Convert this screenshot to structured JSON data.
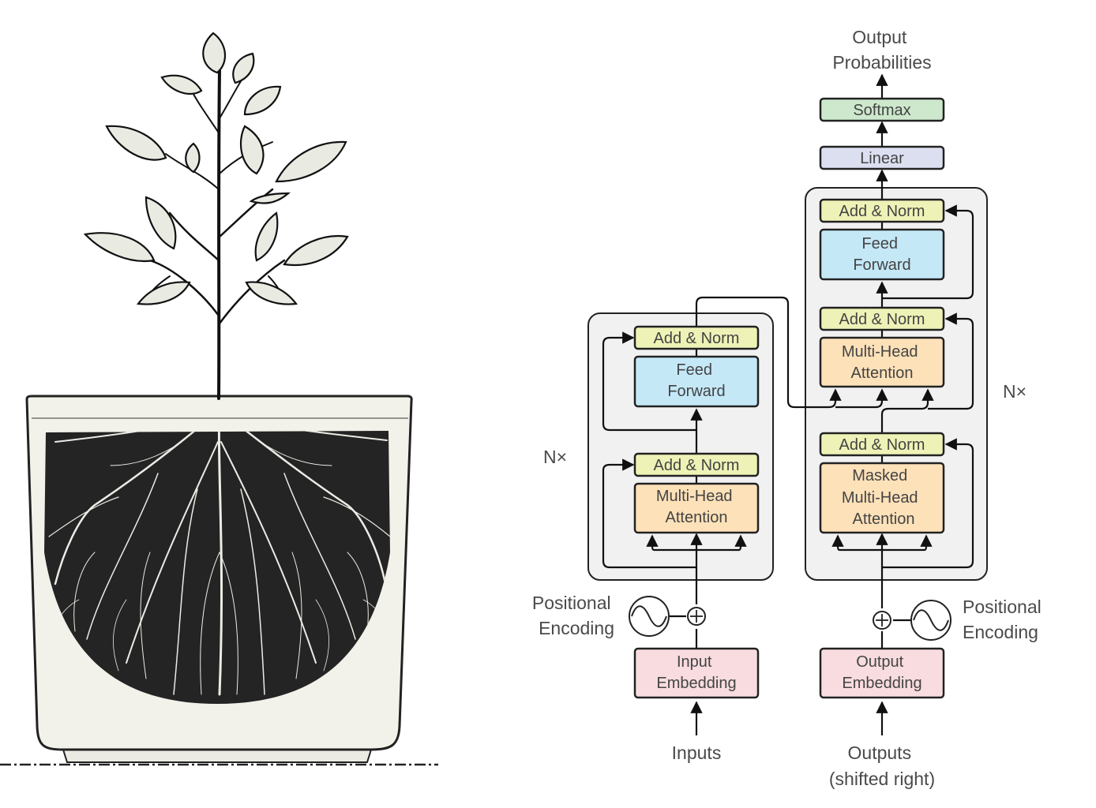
{
  "colors": {
    "add_norm": "#eef2b6",
    "feed_forward": "#c5e8f7",
    "attention": "#fde1b9",
    "embedding": "#f8dcdf",
    "linear": "#dcdff0",
    "softmax": "#cde8cc",
    "stack_bg": "#f1f1f1",
    "soil": "#242424",
    "leaf": "#e9ebe2",
    "pot": "#f3f2ea"
  },
  "icons": {
    "plant": "plant-in-pot-illustration",
    "positional": "sine-wave-circle-icon",
    "add": "circled-plus-icon"
  },
  "transformer": {
    "output_label": [
      "Output",
      "Probabilities"
    ],
    "softmax": "Softmax",
    "linear": "Linear",
    "encoder": {
      "repeat": "N×",
      "add_norm_top": "Add & Norm",
      "feed_forward": [
        "Feed",
        "Forward"
      ],
      "add_norm_bottom": "Add & Norm",
      "attention": [
        "Multi-Head",
        "Attention"
      ],
      "positional": [
        "Positional",
        "Encoding"
      ],
      "embedding": [
        "Input",
        "Embedding"
      ],
      "input_label": "Inputs"
    },
    "decoder": {
      "repeat": "N×",
      "add_norm_top": "Add & Norm",
      "feed_forward": [
        "Feed",
        "Forward"
      ],
      "add_norm_mid": "Add & Norm",
      "cross_attention": [
        "Multi-Head",
        "Attention"
      ],
      "add_norm_bottom": "Add & Norm",
      "masked_attention": [
        "Masked",
        "Multi-Head",
        "Attention"
      ],
      "positional": [
        "Positional",
        "Encoding"
      ],
      "embedding": [
        "Output",
        "Embedding"
      ],
      "input_label": [
        "Outputs",
        "(shifted right)"
      ]
    }
  }
}
